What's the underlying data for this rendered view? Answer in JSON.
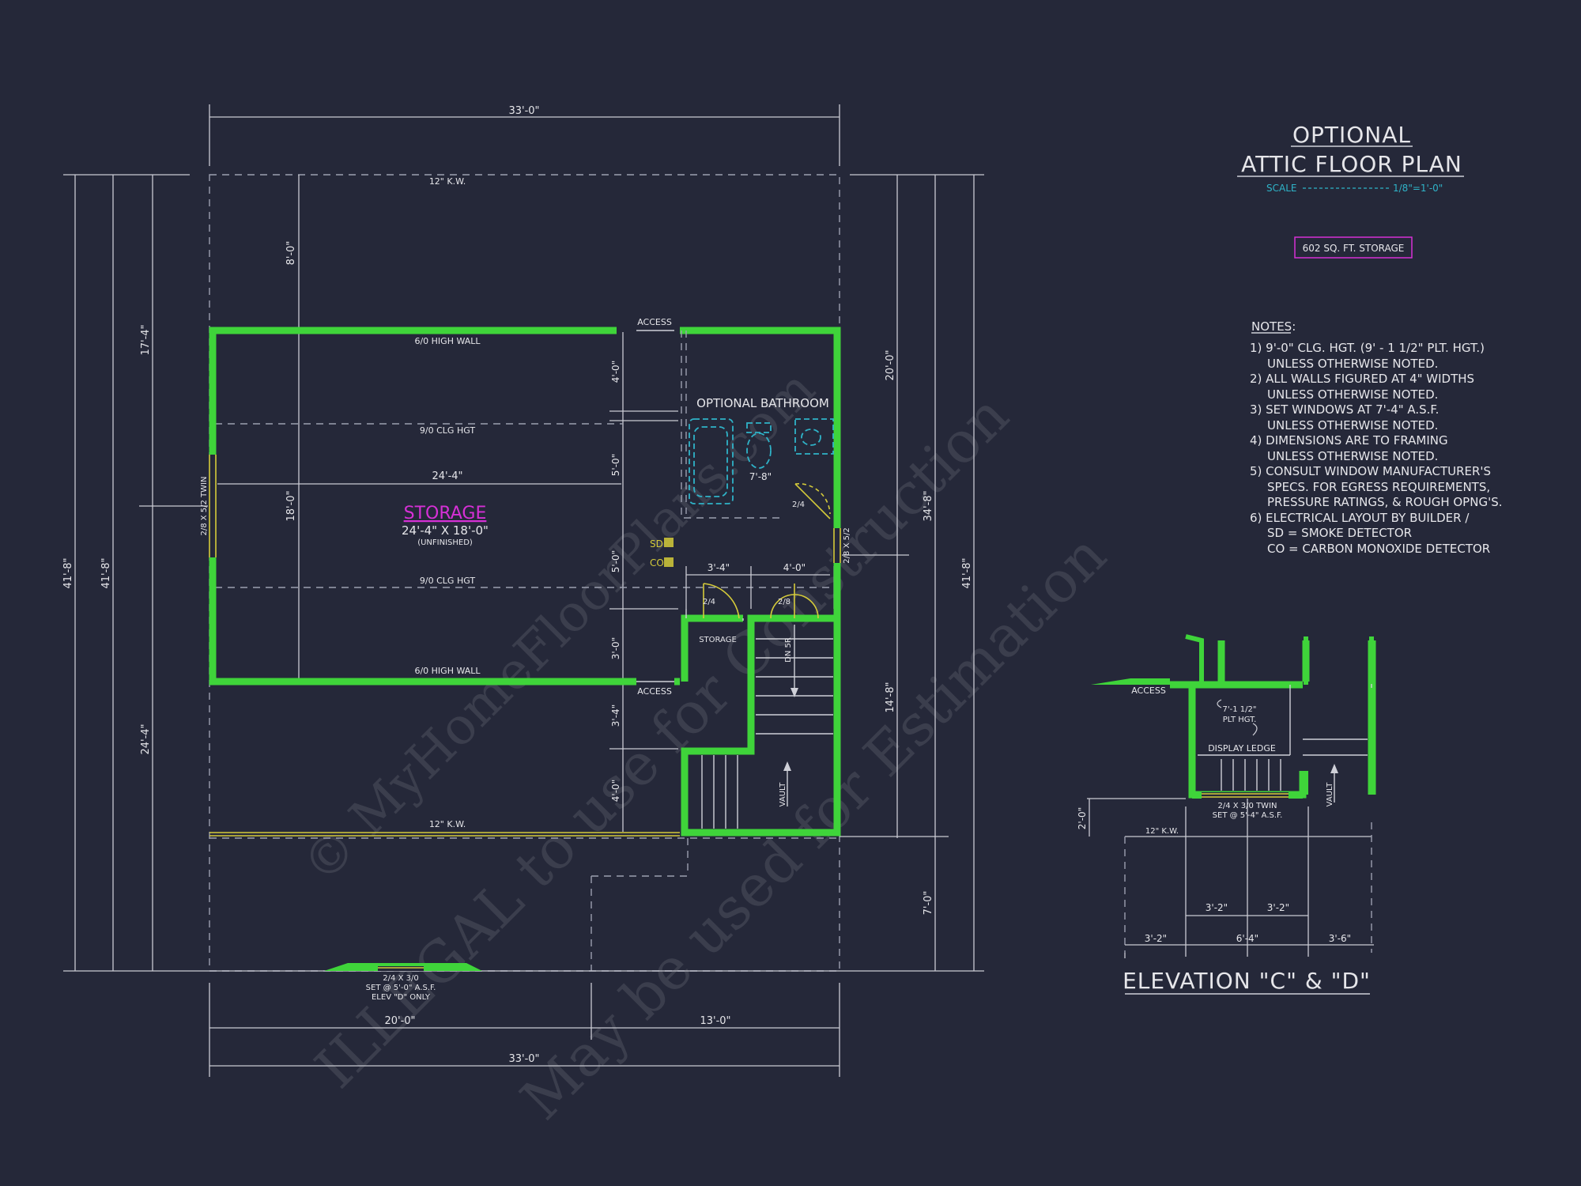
{
  "title": {
    "line1": "OPTIONAL",
    "line2": "ATTIC FLOOR PLAN",
    "scale_label": "SCALE",
    "scale_value": "1/8\"=1'-0\""
  },
  "area_box": "602 SQ. FT. STORAGE",
  "notes": {
    "heading": "NOTES:",
    "lines": [
      "1) 9'-0\" CLG. HGT. (9' - 1 1/2\" PLT. HGT.)",
      "UNLESS OTHERWISE NOTED.",
      "2) ALL WALLS FIGURED AT 4\" WIDTHS",
      "UNLESS OTHERWISE NOTED.",
      "3) SET WINDOWS AT 7'-4\" A.S.F.",
      "UNLESS OTHERWISE NOTED.",
      "4) DIMENSIONS ARE TO FRAMING",
      "UNLESS OTHERWISE NOTED.",
      "5) CONSULT WINDOW MANUFACTURER'S",
      "SPECS. FOR EGRESS REQUIREMENTS,",
      "PRESSURE RATINGS, & ROUGH OPNG'S.",
      "6) ELECTRICAL LAYOUT BY BUILDER /",
      "SD = SMOKE DETECTOR",
      "CO = CARBON MONOXIDE DETECTOR"
    ]
  },
  "plan": {
    "top_dim": "33'-0\"",
    "kw_top": "12\" K.W.",
    "kw_bottom": "12\" K.W.",
    "dim_8": "8'-0\"",
    "access_top": "ACCESS",
    "access_bottom": "ACCESS",
    "high_wall_top": "6/0 HIGH WALL",
    "high_wall_bottom": "6/0 HIGH WALL",
    "clg_top": "9/0 CLG HGT",
    "clg_bottom": "9/0 CLG HGT",
    "dim_24_4": "24'-4\"",
    "dim_18": "18'-0\"",
    "storage_label": "STORAGE",
    "storage_size": "24'-4\" X 18'-0\"",
    "unfinished": "(UNFINISHED)",
    "bathroom_label": "OPTIONAL BATHROOM",
    "bath_dim": "7'-8\"",
    "door_24_a": "2/4",
    "door_24_b": "2/4",
    "door_28": "2/8",
    "sd": "SD",
    "co": "CO",
    "dim_3_4": "3'-4\"",
    "dim_4_0": "4'-0\"",
    "small_storage": "STORAGE",
    "dn": "DN 5R",
    "vault": "VAULT",
    "window_left": "2/8 X 5/2 TWIN",
    "window_right": "2/8 X 5/2",
    "win_bottom_1": "2/4 X 3/0",
    "win_bottom_2": "SET @ 5'-0\" A.S.F.",
    "win_bottom_3": "ELEV \"D\" ONLY",
    "v_4_0a": "4'-0\"",
    "v_5_0a": "5'-0\"",
    "v_5_0b": "5'-0\"",
    "v_3_0": "3'-0\"",
    "v_3_4": "3'-4\"",
    "v_4_0b": "4'-0\"",
    "left_41_8a": "41'-8\"",
    "left_41_8b": "41'-8\"",
    "left_17_4": "17'-4\"",
    "left_24_4": "24'-4\"",
    "right_20_0": "20'-0\"",
    "right_34_8": "34'-8\"",
    "right_41_8": "41'-8\"",
    "right_14_8": "14'-8\"",
    "right_7_0": "7'-0\"",
    "bottom_20_0": "20'-0\"",
    "bottom_13_0": "13'-0\"",
    "bottom_33_0": "33'-0\""
  },
  "elevation": {
    "access": "ACCESS",
    "plt_1": "7'-1 1/2\"",
    "plt_2": "PLT HGT.",
    "display_ledge": "DISPLAY LEDGE",
    "win_1": "2/4 X 3/0 TWIN",
    "win_2": "SET @ 5'-4\" A.S.F.",
    "vault": "VAULT",
    "kw": "12\" K.W.",
    "dim_2_0": "2'-0\"",
    "dim_3_2a": "3'-2\"",
    "dim_3_2b": "3'-2\"",
    "dim_3_2c": "3'-2\"",
    "dim_6_4": "6'-4\"",
    "dim_3_6": "3'-6\"",
    "title": "ELEVATION \"C\" & \"D\""
  },
  "watermark": {
    "line1": "© MyHomeFloorPlans.com",
    "line2": "ILLEGAL to use for Construction",
    "line3": "May be used for Estimation"
  },
  "colors": {
    "background": "#252839",
    "wall": "#3fd43a",
    "magenta": "#d630d6",
    "cyan": "#2fb3c8",
    "yellow": "#d5cb3a"
  }
}
